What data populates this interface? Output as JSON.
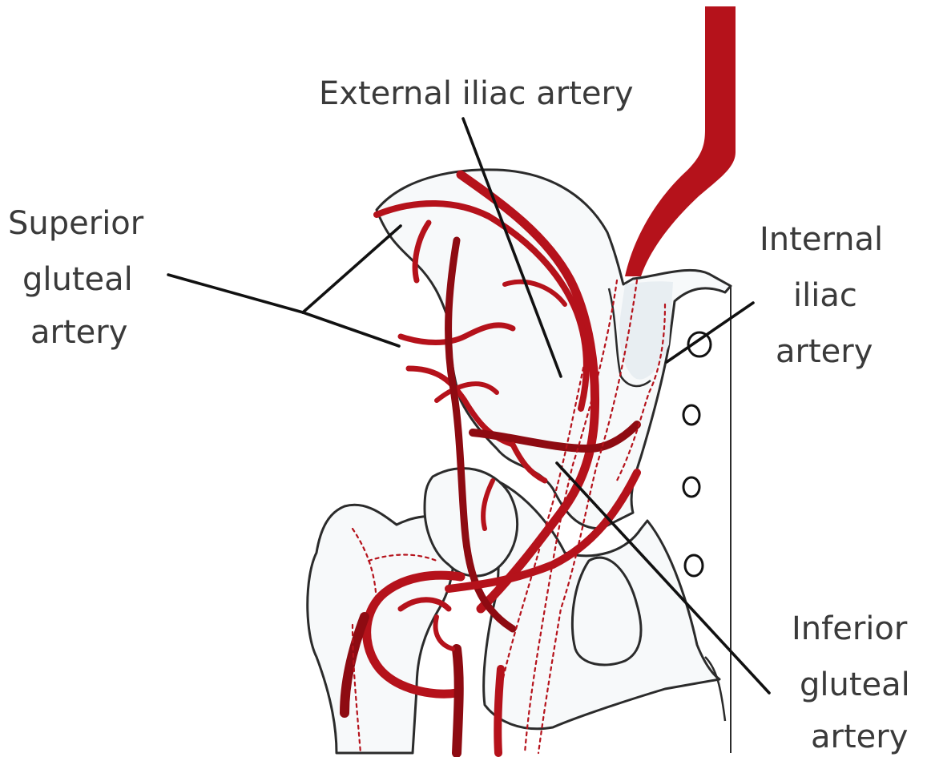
{
  "labels": {
    "external_iliac": "External iliac artery",
    "superior_gluteal": [
      "Superior",
      "gluteal",
      "artery"
    ],
    "internal_iliac": [
      "Internal",
      "iliac",
      "artery"
    ],
    "inferior_gluteal": [
      "Inferior",
      "gluteal",
      "artery"
    ]
  },
  "colors": {
    "artery": "#b5121b",
    "artery_dark": "#8e0b12",
    "bone_outline": "#2b2b2b",
    "text": "#3a3a3a"
  }
}
